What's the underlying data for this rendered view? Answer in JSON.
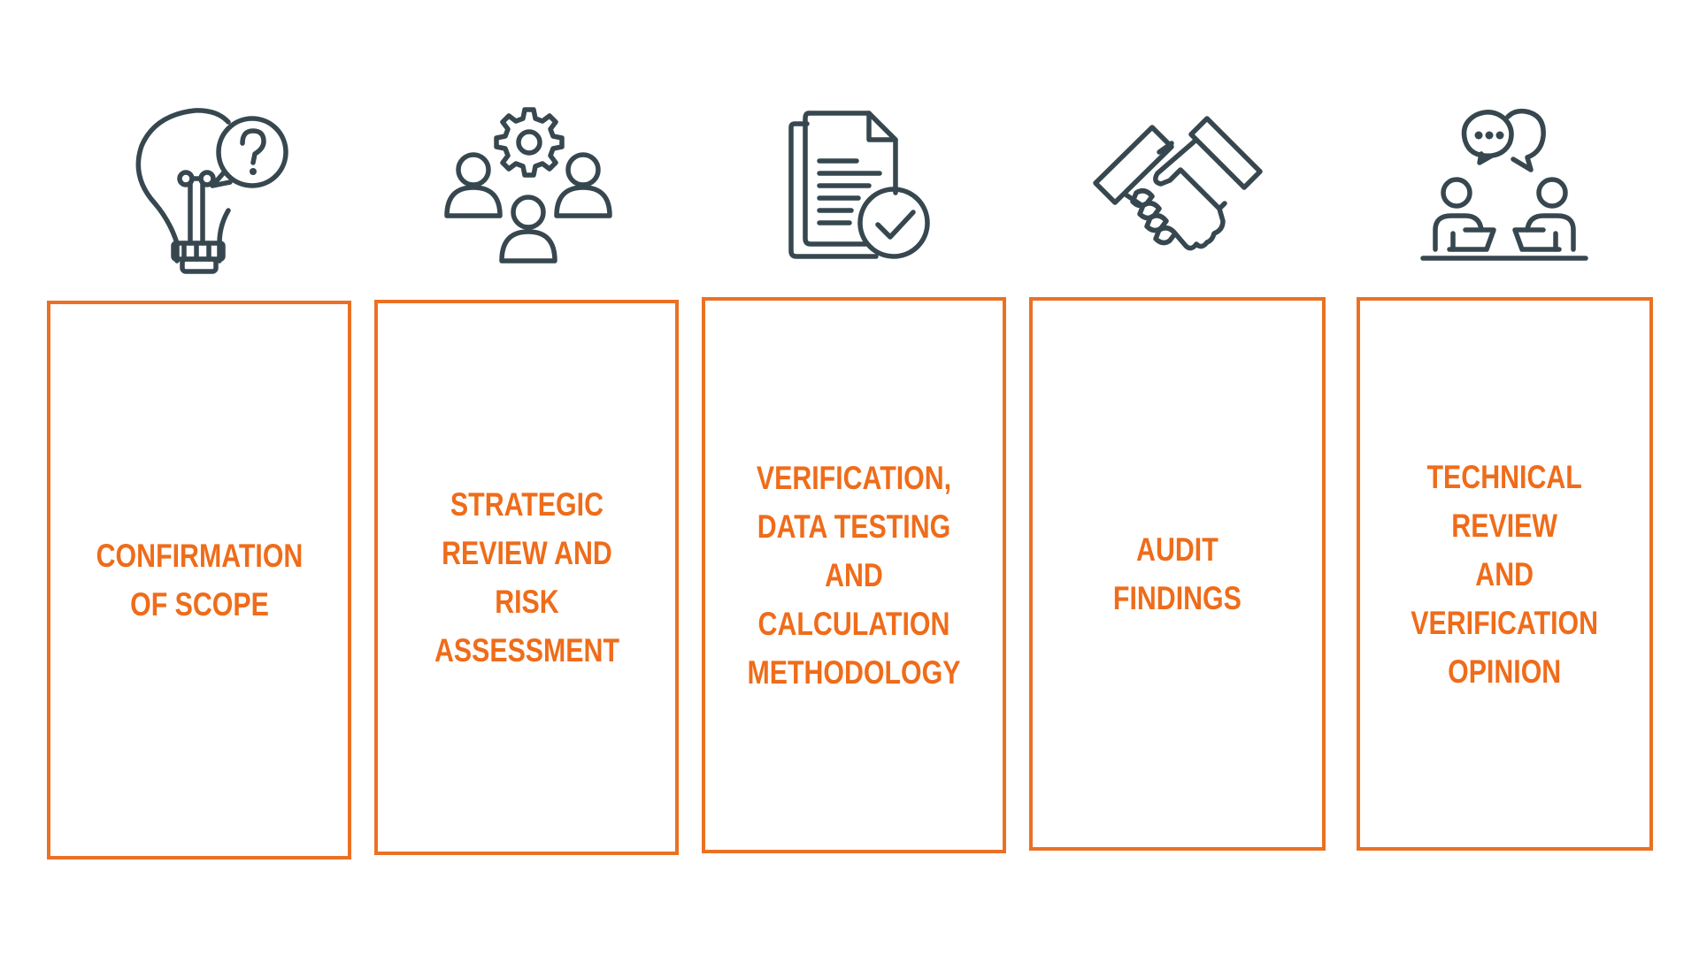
{
  "colors": {
    "accent": "#EA7124",
    "label_text": "#EF6C1A",
    "icon_stroke": "#37474F",
    "background": "#FFFFFF"
  },
  "steps": [
    {
      "icon": "lightbulb-question-icon",
      "label": "CONFIRMATION\nOF SCOPE"
    },
    {
      "icon": "team-gear-icon",
      "label": "STRATEGIC\nREVIEW AND\nRISK\nASSESSMENT"
    },
    {
      "icon": "document-check-icon",
      "label": "VERIFICATION,\nDATA TESTING\nAND\nCALCULATION\nMETHODOLOGY"
    },
    {
      "icon": "handshake-icon",
      "label": "AUDIT\nFINDINGS"
    },
    {
      "icon": "meeting-discussion-icon",
      "label": "TECHNICAL\nREVIEW\nAND\nVERIFICATION\nOPINION"
    }
  ]
}
